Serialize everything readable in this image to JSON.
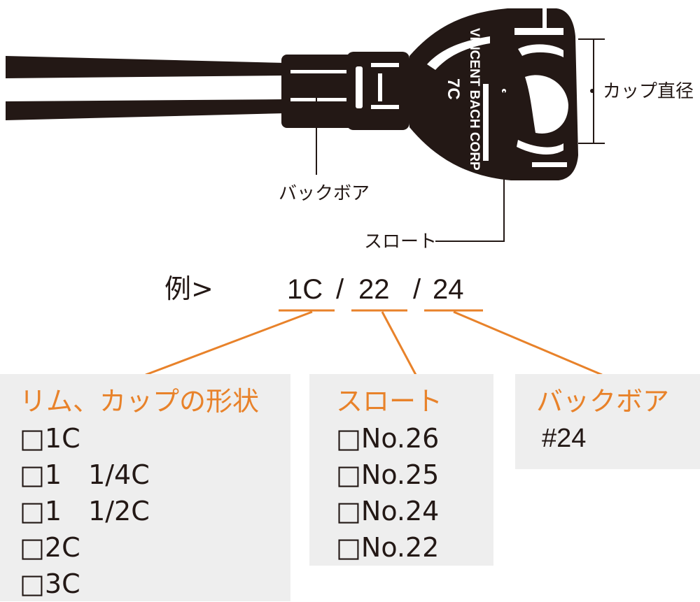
{
  "labels": {
    "cup_diameter": "カップ直径",
    "backbore": "バックボア",
    "throat": "スロート"
  },
  "engraving": {
    "brand": "VINCENT BACH CORP",
    "model": "7C"
  },
  "example": {
    "prefix": "例>",
    "codes": [
      "1C",
      "22",
      "24"
    ],
    "separator": "/"
  },
  "boxes": {
    "rim_cup": {
      "title": "リム、カップの形状",
      "options": [
        "□1C",
        "□1　1/4C",
        "□1　1/2C",
        "□2C",
        "□3C"
      ]
    },
    "throat": {
      "title": "スロート",
      "options": [
        "□No.26",
        "□No.25",
        "□No.24",
        "□No.22"
      ]
    },
    "backbore": {
      "title": "バックボア",
      "value": "#24"
    }
  },
  "colors": {
    "accent": "#e8822a",
    "ink": "#231815",
    "box_bg": "#eeeeee"
  }
}
